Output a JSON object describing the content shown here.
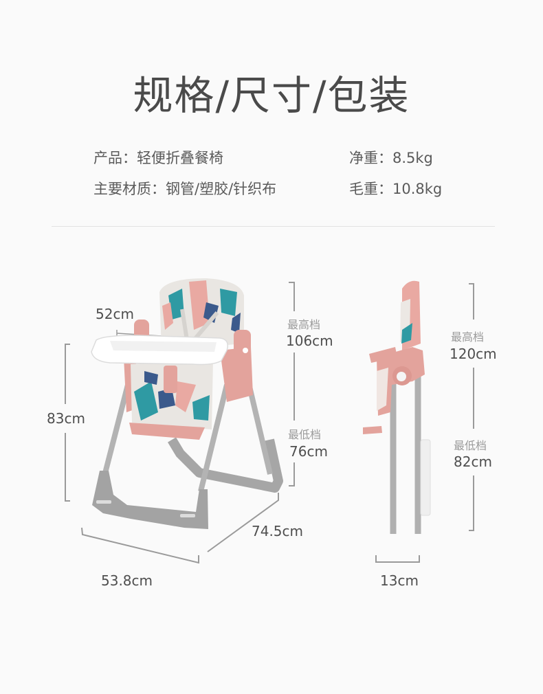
{
  "title": "规格/尺寸/包装",
  "specs": {
    "product_label": "产品：轻便折叠餐椅",
    "material_label": "主要材质：钢管/塑胶/针织布",
    "net_weight_label": "净重：8.5kg",
    "gross_weight_label": "毛重：10.8kg"
  },
  "front_view": {
    "tray_width": "52cm",
    "seat_height": "83cm",
    "base_width": "53.8cm",
    "base_depth": "74.5cm",
    "height_max_label": "最高档",
    "height_max_value": "106cm",
    "height_min_label": "最低档",
    "height_min_value": "76cm"
  },
  "folded_view": {
    "height_max_label": "最高档",
    "height_max_value": "120cm",
    "height_min_label": "最低档",
    "height_min_value": "82cm",
    "folded_thickness": "13cm"
  },
  "colors": {
    "background": "#fafafa",
    "text": "#4e4e4e",
    "muted_text": "#9a9a9a",
    "dimension_line": "#9a9a9a",
    "chair_pink": "#e3a39c",
    "frame_gray": "#a9a9a9",
    "tray_white": "#ffffff",
    "pattern_teal": "#2f9aa3",
    "pattern_navy": "#3b5a8c"
  }
}
